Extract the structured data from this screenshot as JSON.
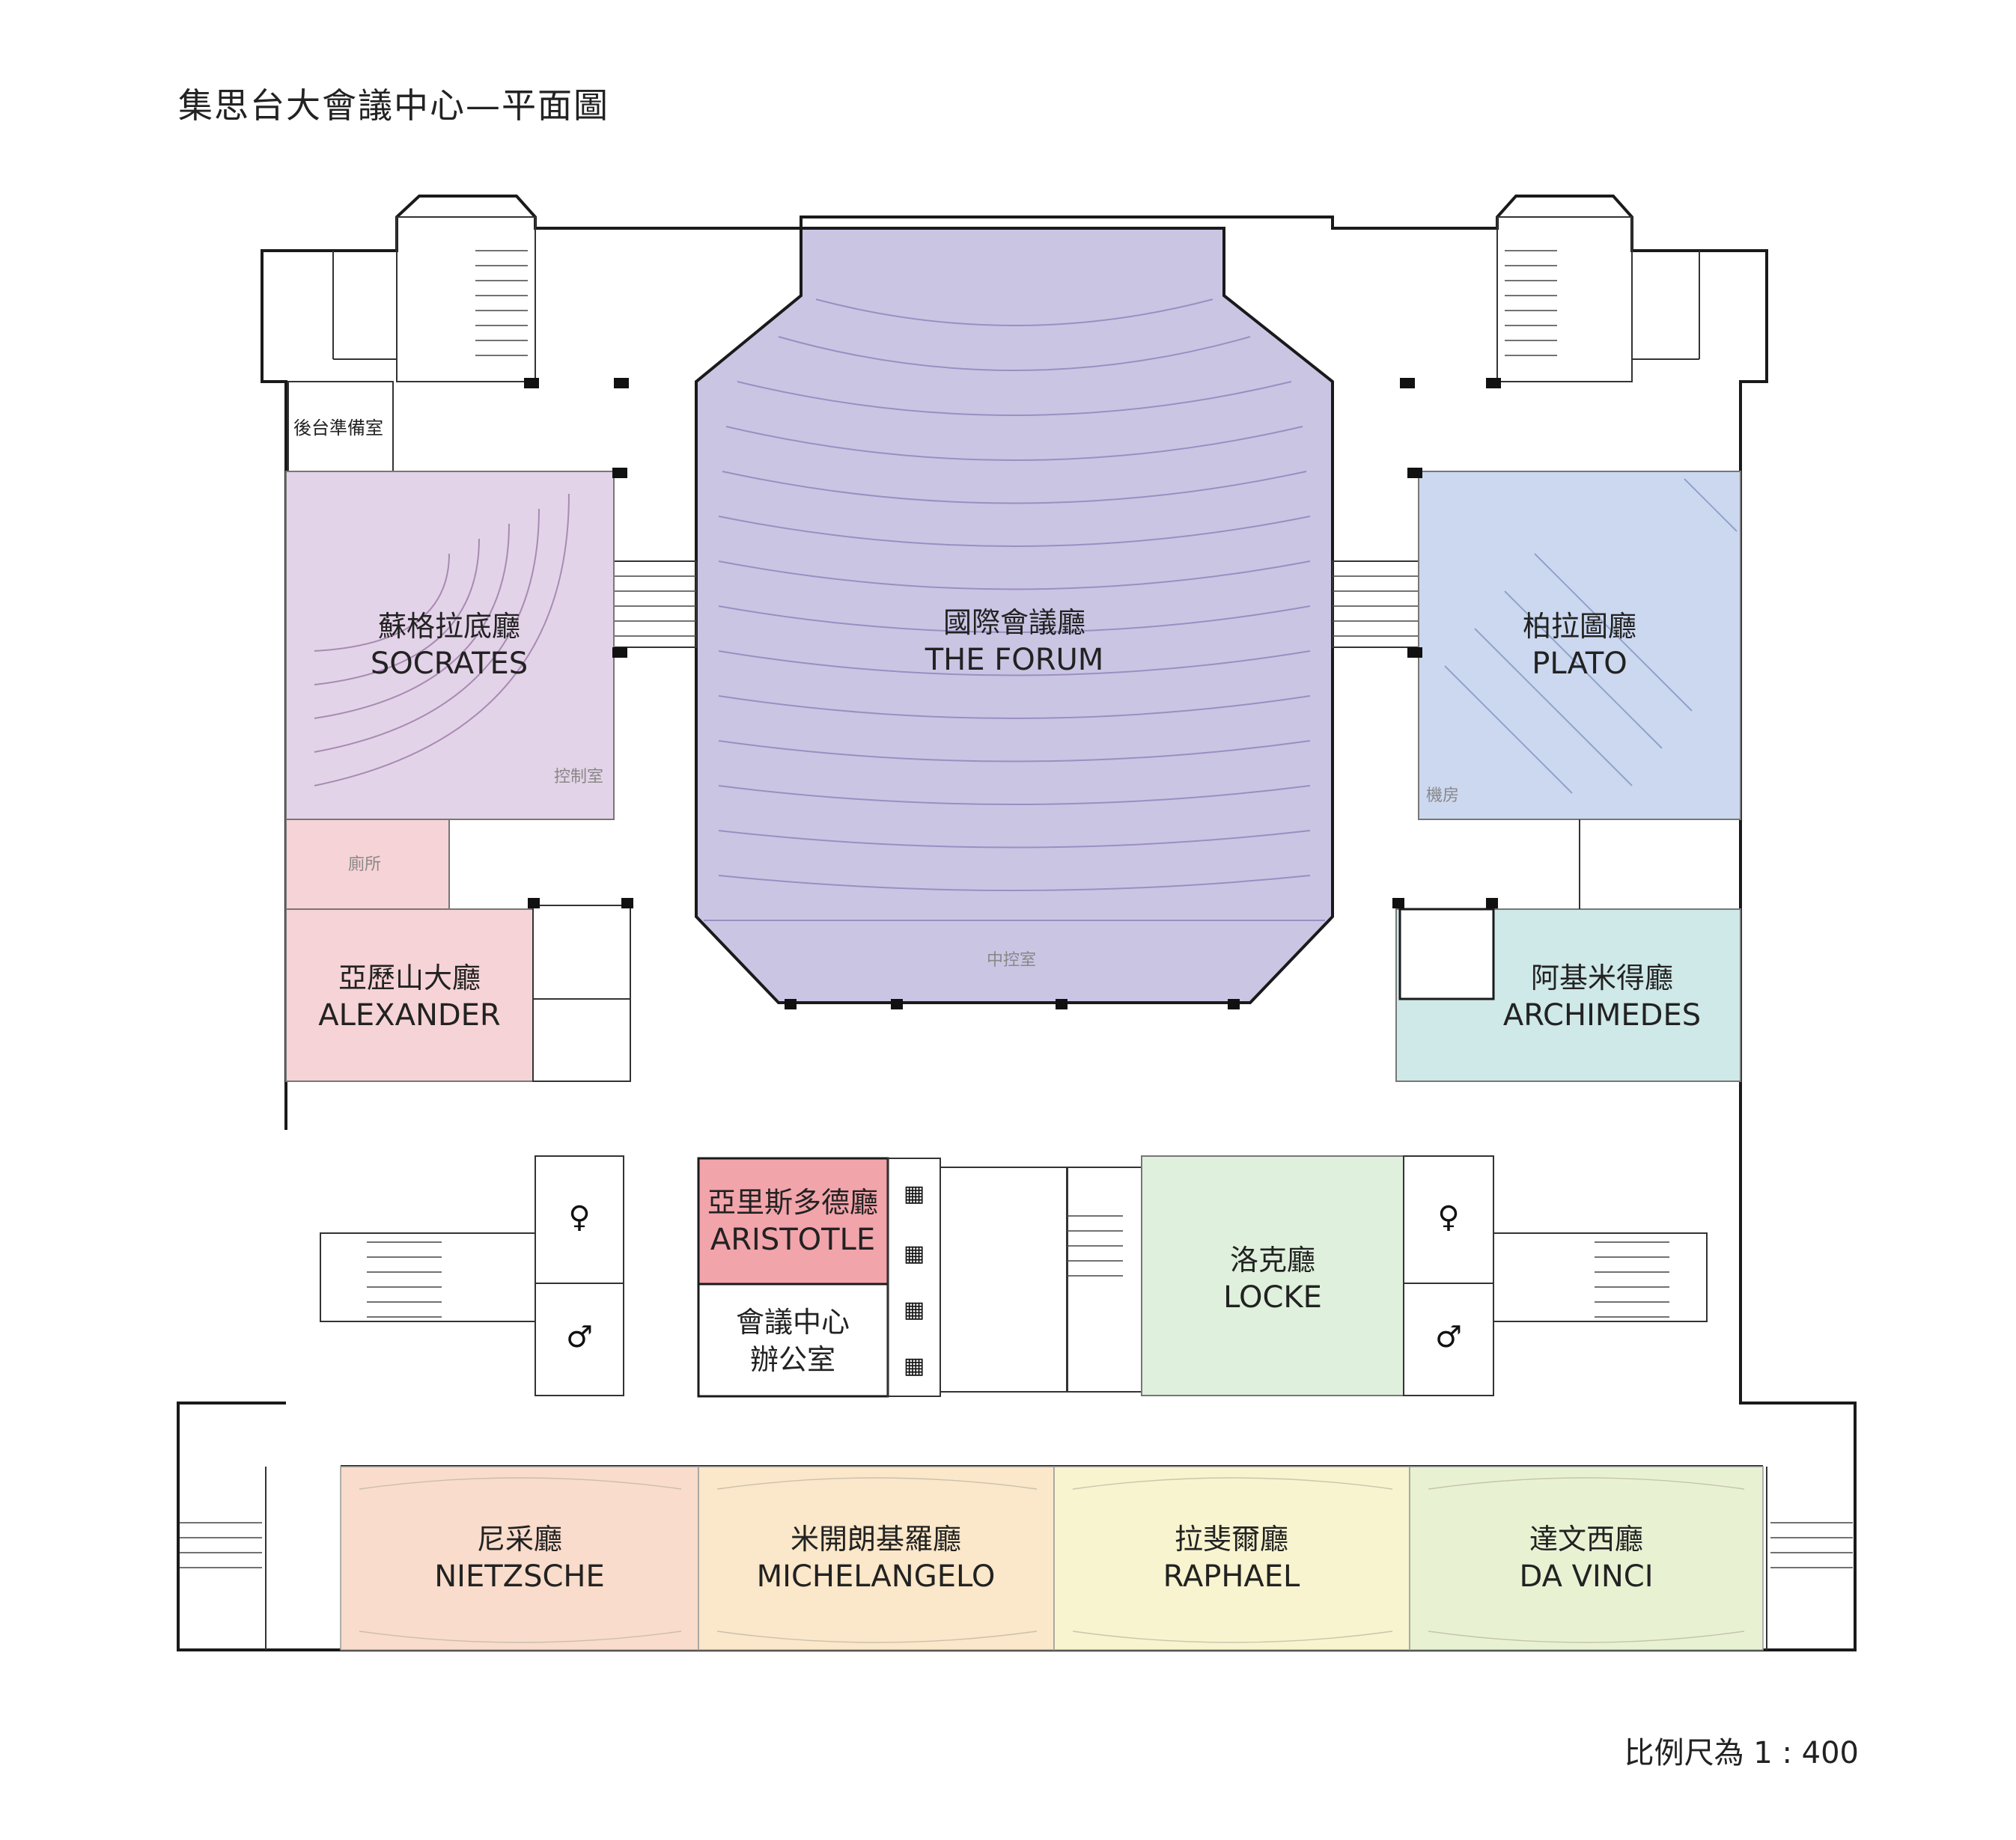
{
  "title": "集思台大會議中心—平面圖",
  "scale_note": "比例尺為 1 : 400",
  "colors": {
    "forum": "#cbc5e4",
    "socrates": "#e3d3e8",
    "plato": "#ccd8ef",
    "alexander": "#f6d3d6",
    "archimedes": "#cfe8e8",
    "aristotle": "#f2a4ab",
    "locke": "#dff0dc",
    "nietzsche": "#f9dccb",
    "michelangelo": "#fbe7c9",
    "raphael": "#f7f4cf",
    "davinci": "#e8f2d3"
  },
  "rooms": {
    "forum": {
      "zh": "國際會議廳",
      "en": "THE FORUM"
    },
    "socrates": {
      "zh": "蘇格拉底廳",
      "en": "SOCRATES"
    },
    "plato": {
      "zh": "柏拉圖廳",
      "en": "PLATO"
    },
    "alexander": {
      "zh": "亞歷山大廳",
      "en": "ALEXANDER"
    },
    "archimedes": {
      "zh": "阿基米得廳",
      "en": "ARCHIMEDES"
    },
    "aristotle": {
      "zh": "亞里斯多德廳",
      "en": "ARISTOTLE"
    },
    "office": {
      "line1": "會議中心",
      "line2": "辦公室"
    },
    "locke": {
      "zh": "洛克廳",
      "en": "LOCKE"
    },
    "nietzsche": {
      "zh": "尼采廳",
      "en": "NIETZSCHE"
    },
    "michelangelo": {
      "zh": "米開朗基羅廳",
      "en": "MICHELANGELO"
    },
    "raphael": {
      "zh": "拉斐爾廳",
      "en": "RAPHAEL"
    },
    "davinci": {
      "zh": "達文西廳",
      "en": "DA VINCI"
    }
  },
  "labels": {
    "backstage": "後台準備室",
    "control_room": "控制室",
    "restroom": "廁所",
    "central_control": "中控室",
    "machine_room": "機房"
  },
  "icons": {
    "elevator": "elevator-icon",
    "restroom_female": "female-restroom-icon",
    "restroom_male": "male-restroom-icon"
  }
}
